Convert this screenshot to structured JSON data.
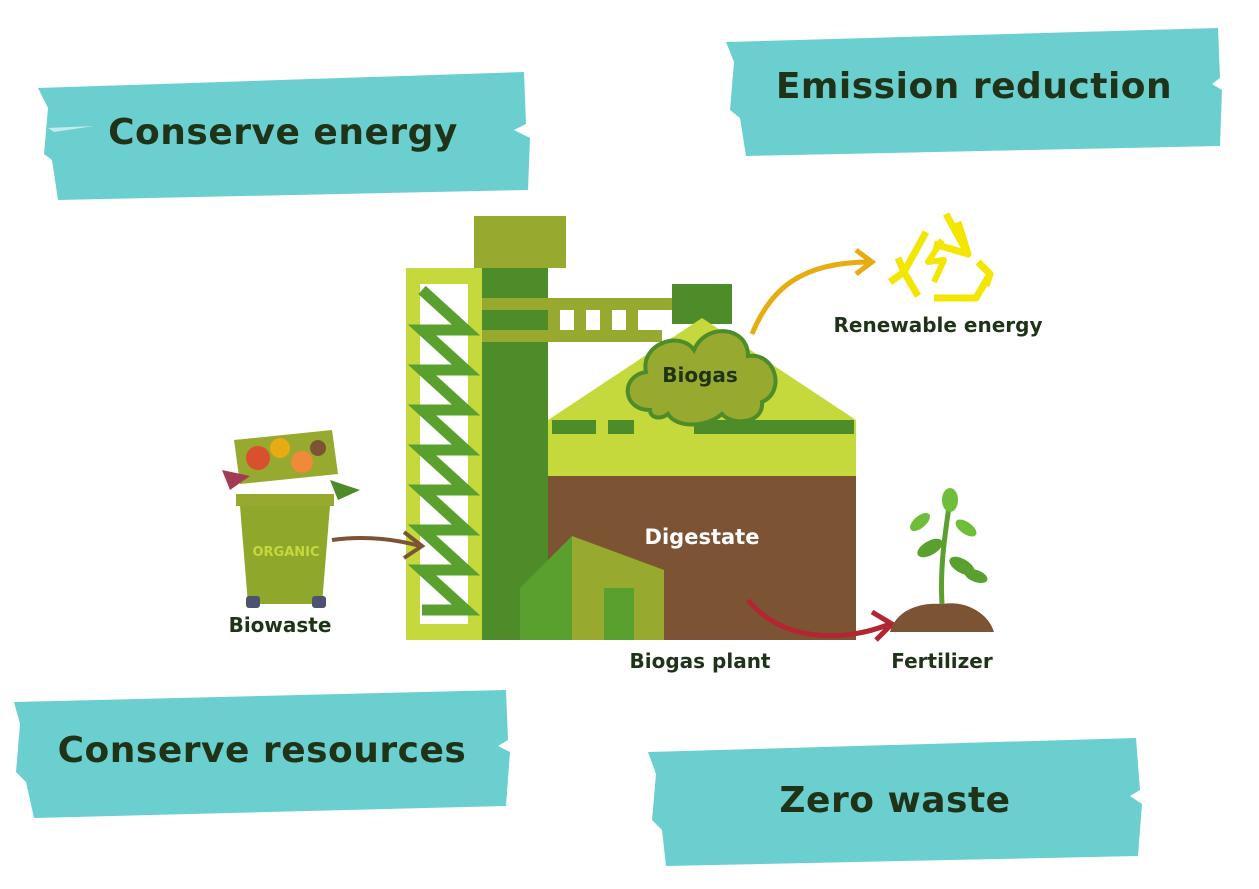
{
  "banners": {
    "conserve_energy": "Conserve energy",
    "emission_reduction": "Emission reduction",
    "conserve_resources": "Conserve resources",
    "zero_waste": "Zero waste"
  },
  "labels": {
    "biowaste": "Biowaste",
    "organic": "ORGANIC",
    "biogas": "Biogas",
    "digestate": "Digestate",
    "biogas_plant": "Biogas plant",
    "renewable_energy": "Renewable energy",
    "fertilizer": "Fertilizer"
  },
  "colors": {
    "banner": "#6ccfcf",
    "dark_green": "#4e8c2a",
    "light_green": "#c5d93d",
    "olive": "#97a92e",
    "brown": "#7c5433",
    "yellow": "#f3e600",
    "text_dark": "#1f3318"
  },
  "icons": [
    "recycle-energy-icon",
    "organic-bin-icon",
    "plant-sprout-icon"
  ]
}
